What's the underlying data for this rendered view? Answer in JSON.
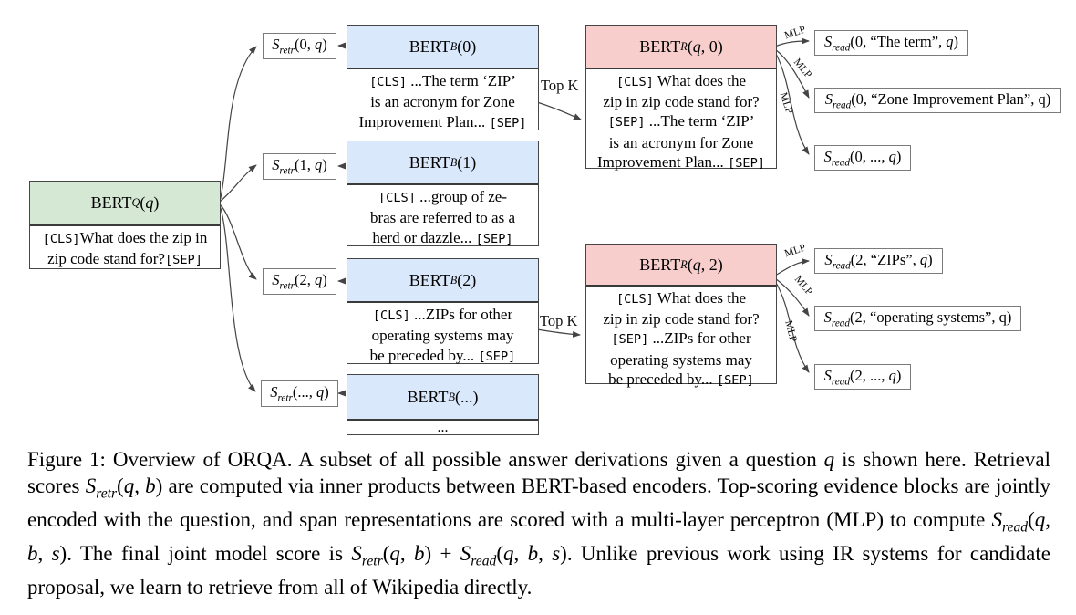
{
  "figure": {
    "question_encoder": {
      "title_html": "BERT<sub><i>Q</i></sub>(<i>q</i>)",
      "body_html": "<code>[CLS]</code>What does the zip in<br>zip code stand for?<code>[SEP]</code>"
    },
    "retrieval_scores": [
      {
        "label_html": "<i>S<sub>retr</sub></i>(0, <i>q</i>)"
      },
      {
        "label_html": "<i>S<sub>retr</sub></i>(1, <i>q</i>)"
      },
      {
        "label_html": "<i>S<sub>retr</sub></i>(2, <i>q</i>)"
      },
      {
        "label_html": "<i>S<sub>retr</sub></i>(..., <i>q</i>)"
      }
    ],
    "block_encoders": [
      {
        "title_html": "BERT<sub><i>B</i></sub>(0)",
        "body_html": "<code>[CLS]</code> ...The term ‘ZIP’<br>is an acronym for Zone<br>Improvement Plan... <code>[SEP]</code>"
      },
      {
        "title_html": "BERT<sub><i>B</i></sub>(1)",
        "body_html": "<code>[CLS]</code> ...group of ze-<br>bras are referred to as a<br>herd or dazzle... <code>[SEP]</code>"
      },
      {
        "title_html": "BERT<sub><i>B</i></sub>(2)",
        "body_html": "<code>[CLS]</code> ...ZIPs for other<br>operating systems may<br>be preceded by... <code>[SEP]</code>"
      },
      {
        "title_html": "BERT<sub><i>B</i></sub>(...)",
        "body_html": "..."
      }
    ],
    "reader_encoders": [
      {
        "title_html": "BERT<sub><i>R</i></sub>(<i>q</i>, 0)",
        "body_html": "<code>[CLS]</code> What does the<br>zip in zip code stand for?<br><code>[SEP]</code> ...The term ‘ZIP’<br>is an acronym for Zone<br>Improvement Plan... <code>[SEP]</code>"
      },
      {
        "title_html": "BERT<sub><i>R</i></sub>(<i>q</i>, 2)",
        "body_html": "<code>[CLS]</code> What does the<br>zip in zip code stand for?<br><code>[SEP]</code> ...ZIPs for other<br>operating systems may<br>be preceded by... <code>[SEP]</code>"
      }
    ],
    "read_scores": [
      {
        "label_html": "<i>S<sub>read</sub></i>(0, “The term”, <i>q</i>)"
      },
      {
        "label_html": "<i>S<sub>read</sub></i>(0, “Zone Improvement Plan”, q)"
      },
      {
        "label_html": "<i>S<sub>read</sub></i>(0, ..., <i>q</i>)"
      },
      {
        "label_html": "<i>S<sub>read</sub></i>(2, “ZIPs”, <i>q</i>)"
      },
      {
        "label_html": "<i>S<sub>read</sub></i>(2, “operating systems”, q)"
      },
      {
        "label_html": "<i>S<sub>read</sub></i>(2, ..., <i>q</i>)"
      }
    ],
    "edge_labels": {
      "top_k": "Top K",
      "mlp": "MLP"
    },
    "colors": {
      "question_header": "#d5e8d4",
      "block_header": "#dae8fc",
      "reader_header": "#f8cecc",
      "box_border": "#464646",
      "score_box_border": "#7b7b7b",
      "edge_line": "#444444"
    }
  },
  "caption": {
    "text_html": "Figure 1:  Overview of ORQA. A subset of all possible answer derivations given a question <i>q</i> is shown here. Retrieval scores <i>S<sub>retr</sub></i>(<i>q</i>, <i>b</i>) are computed via inner products between BERT-based encoders. Top-scoring evidence blocks are jointly encoded with the question, and span representations are scored with a multi-layer perceptron (MLP) to compute <i>S<sub>read</sub></i>(<i>q</i>, <i>b</i>, <i>s</i>). The final joint model score is <i>S<sub>retr</sub></i>(<i>q</i>, <i>b</i>) + <i>S<sub>read</sub></i>(<i>q</i>, <i>b</i>, <i>s</i>). Unlike previous work using IR systems for candidate proposal, we learn to retrieve from all of Wikipedia directly."
  }
}
